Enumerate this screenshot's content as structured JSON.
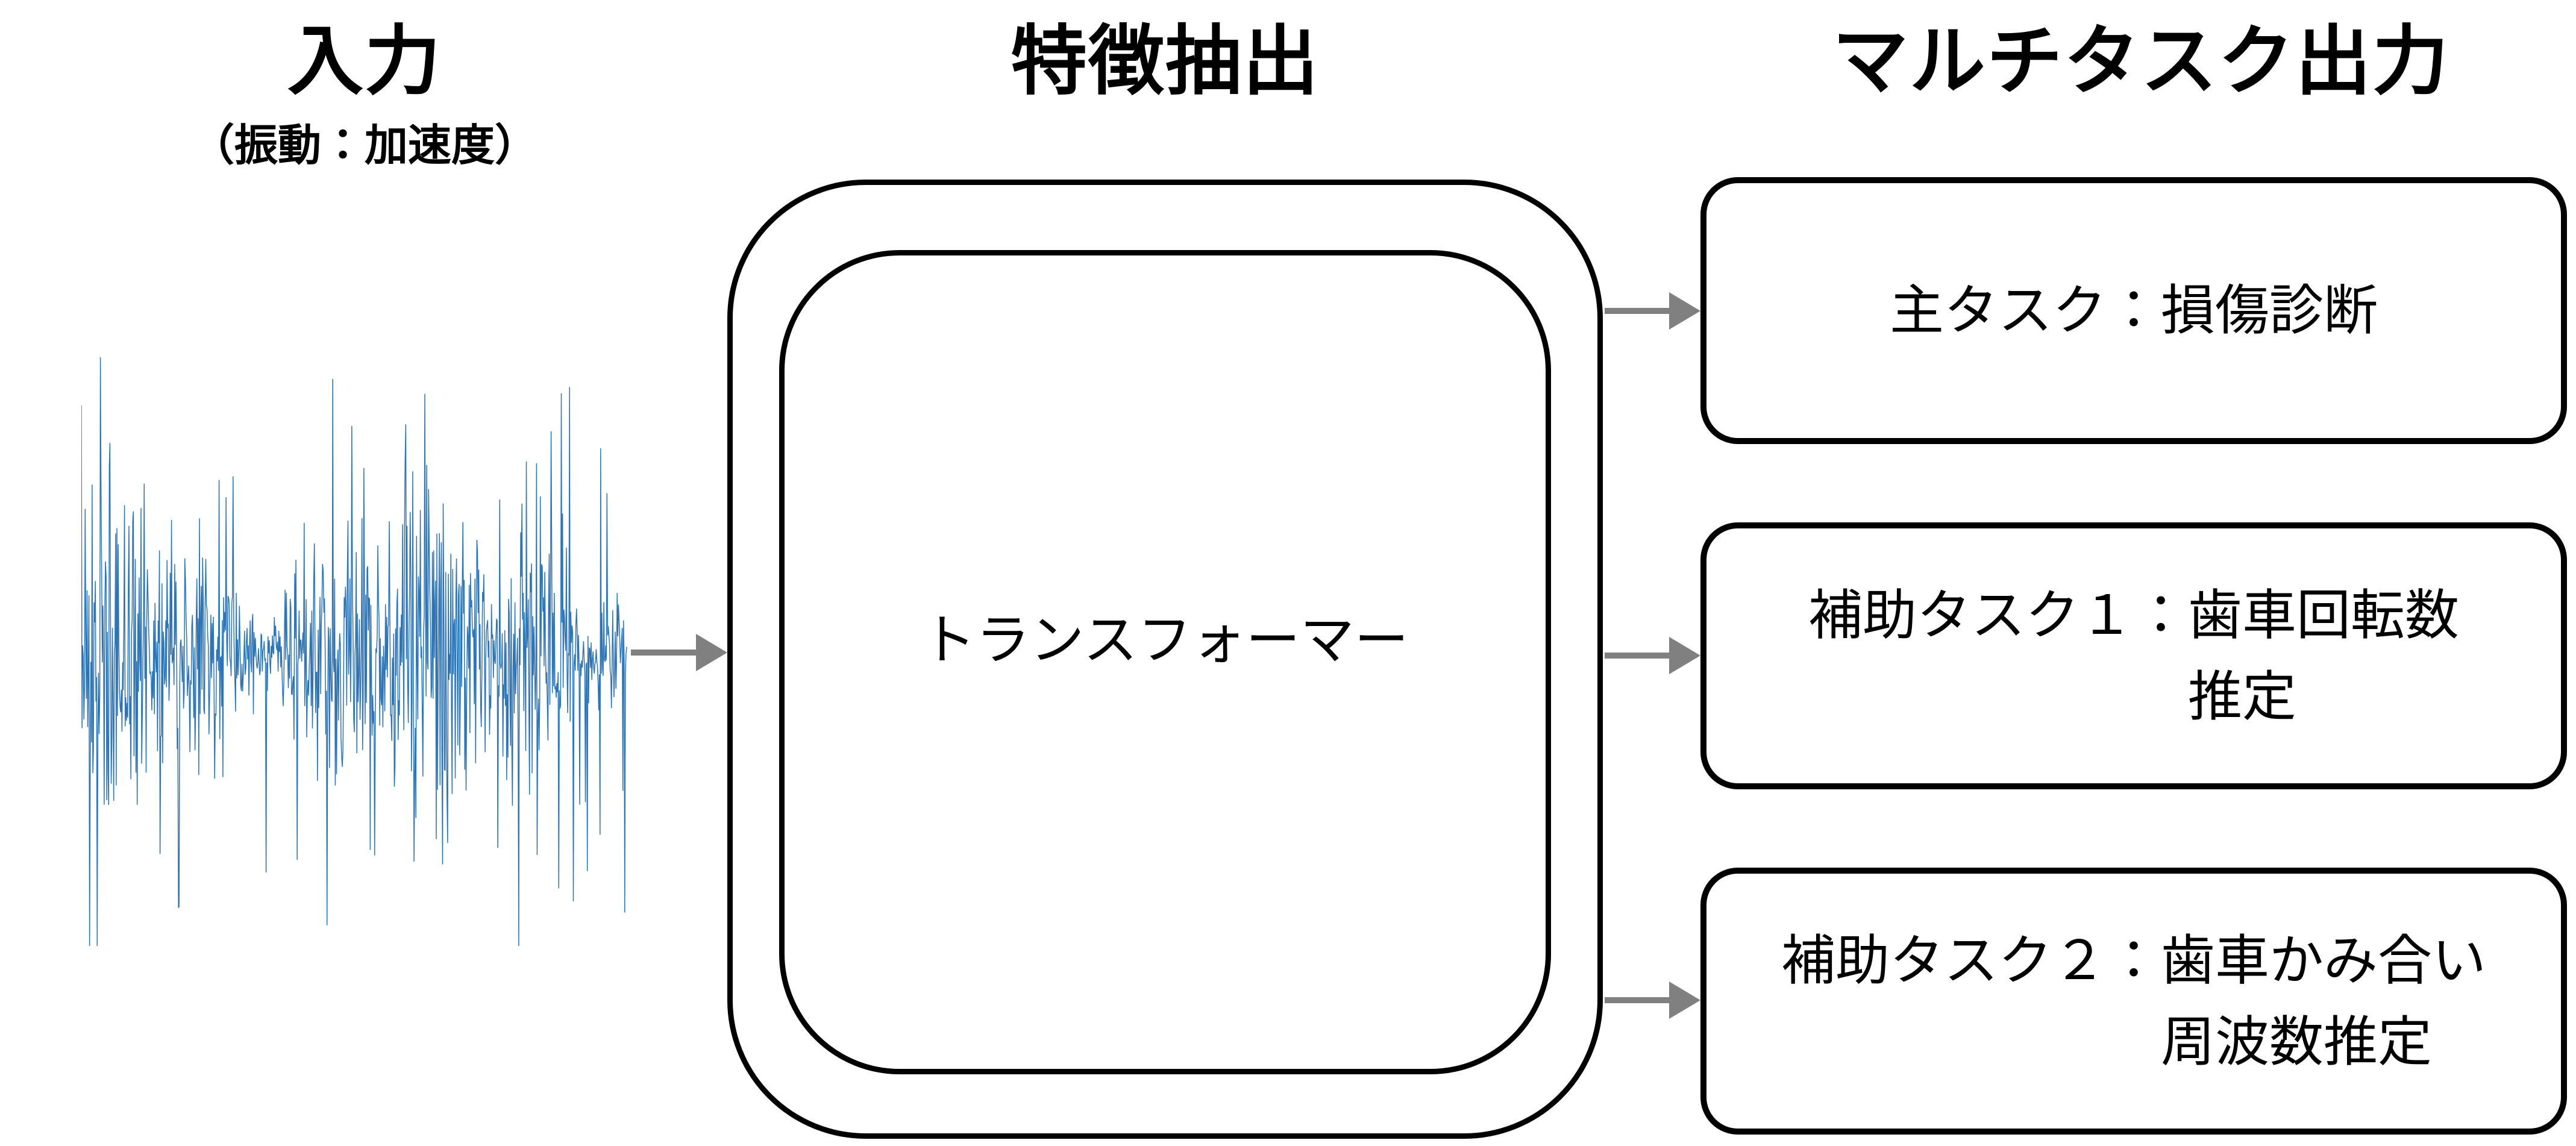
{
  "header": {
    "input_title": "入力",
    "input_subtitle": "（振動：加速度）",
    "feature_title": "特徴抽出",
    "output_title": "マルチタスク出力"
  },
  "transformer": {
    "label": "トランスフォーマー"
  },
  "output_boxes": [
    {
      "id": "main-task",
      "lines": [
        "主タスク：損傷診断"
      ]
    },
    {
      "id": "aux-task-1",
      "lines": [
        "補助タスク１：歯車回転数",
        "推定"
      ]
    },
    {
      "id": "aux-task-2",
      "lines": [
        "補助タスク２：歯車かみ合い",
        "周波数推定"
      ]
    }
  ],
  "colors": {
    "background": "#ffffff",
    "line": "#000000",
    "arrow": "#808080",
    "waveform": "#2e75b6"
  },
  "chart_data": {
    "type": "line",
    "title": "",
    "xlabel": "",
    "ylabel": "",
    "description": "入力の振動（加速度）時系列波形。軸・目盛りなしのランダムなノイズ信号。",
    "n_points": 860,
    "seed": 7,
    "noise_sigma": 0.2,
    "spike_probability": 0.05,
    "spike_amplitude": 0.62,
    "y_range": [
      -1,
      1
    ],
    "grid": false,
    "legend": false,
    "color": "#2e75b6"
  }
}
